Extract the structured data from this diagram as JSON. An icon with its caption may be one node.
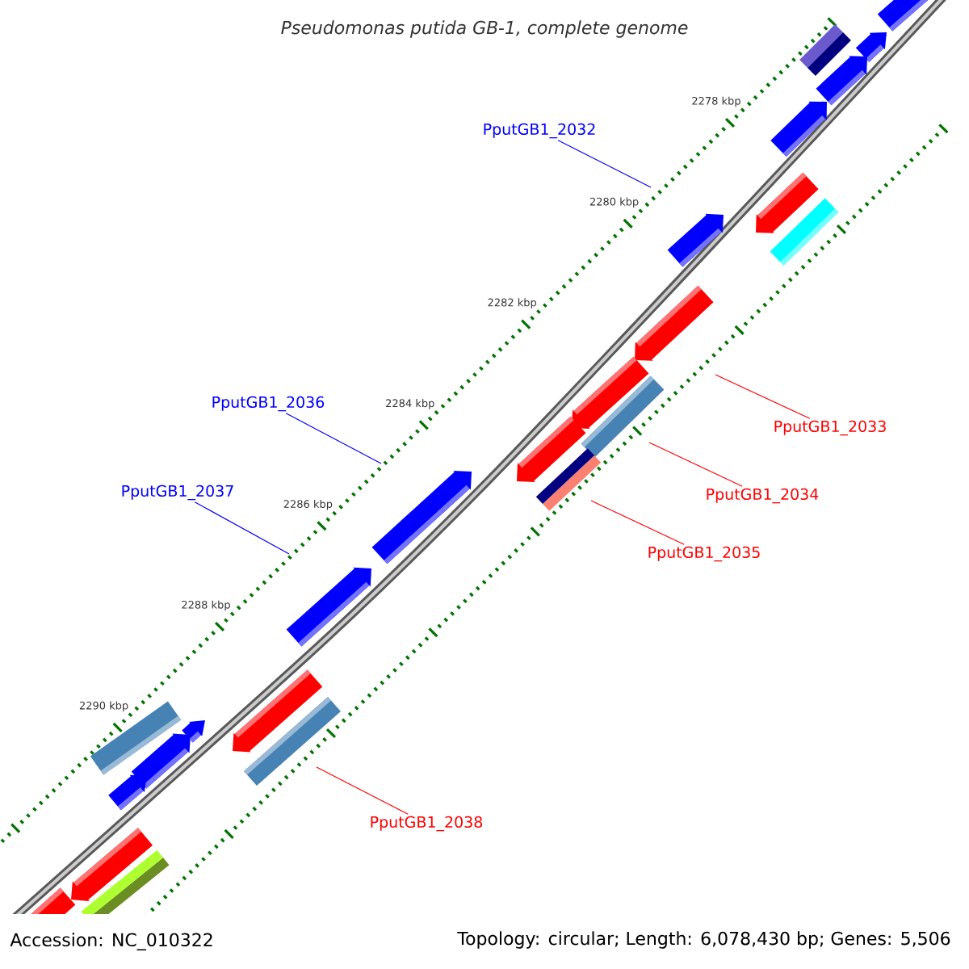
{
  "diagram": {
    "title": "Pseudomonas putida GB-1, complete genome",
    "nodes": [
      {
        "text": [
          "PputGB1_2032"
        ]
      },
      {
        "text": [
          "PputGB1_2036"
        ]
      },
      {
        "text": [
          "PputGB1_2033"
        ]
      },
      {
        "text": [
          "PputGB1_2037"
        ]
      },
      {
        "text": [
          "PputGB1_2034"
        ]
      },
      {
        "text": [
          "PputGB1_2035"
        ]
      },
      {
        "text": [
          "PputGB1_2038"
        ]
      }
    ],
    "edges": [
      {
        "from": 0,
        "to": null,
        "arrow": "none",
        "color": "#0000ff"
      },
      {
        "from": 1,
        "to": null,
        "arrow": "none",
        "color": "#0000ff"
      },
      {
        "from": 2,
        "to": null,
        "arrow": "none"
      },
      {
        "from": 3,
        "to": null,
        "arrow": "none",
        "color": "#0000ff"
      },
      {
        "from": 4,
        "to": null,
        "arrow": "none"
      },
      {
        "from": 5,
        "to": null,
        "arrow": "none"
      },
      {
        "from": 6,
        "to": null,
        "arrow": "none"
      }
    ],
    "labels": [
      "2278 kbp",
      "2280 kbp",
      "2282 kbp",
      "2284 kbp",
      "2286 kbp",
      "2288 kbp",
      "2290 kbp",
      "Accession: NC_010322",
      "Topology: circular; Length: 6,078,430 bp; Genes: 5,506"
    ]
  }
}
